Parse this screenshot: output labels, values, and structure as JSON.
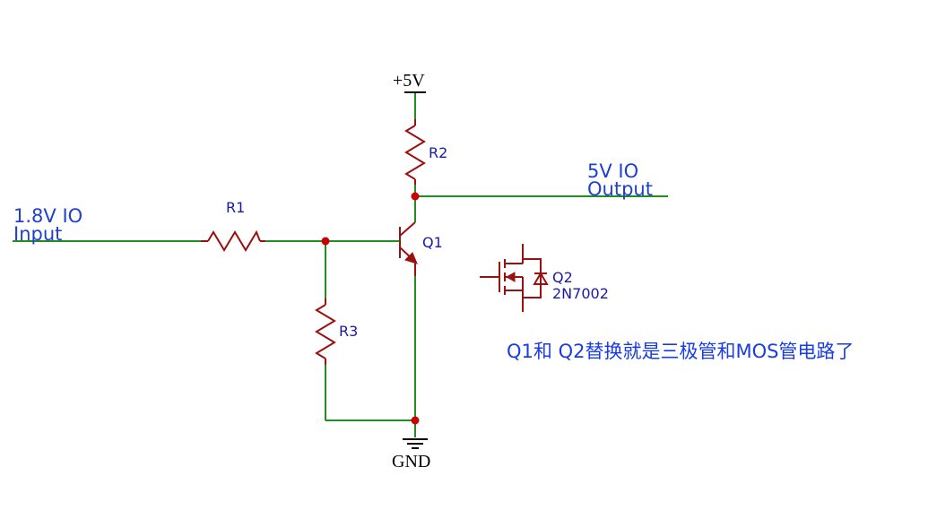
{
  "net_labels": {
    "input_line1": "1.8V IO",
    "input_line2": "Input",
    "output_line1": "5V IO",
    "output_line2": "Output"
  },
  "power": {
    "vcc": "+5V",
    "gnd": "GND"
  },
  "components": {
    "r1": "R1",
    "r2": "R2",
    "r3": "R3",
    "q1": "Q1",
    "q2": "Q2",
    "q2_part": "2N7002"
  },
  "annotation": "Q1和 Q2替换就是三极管和MOS管电路了",
  "colors": {
    "wire": "#1f8f1f",
    "component": "#9b1010",
    "junction": "#cc0000",
    "label": "#1f3fd0"
  }
}
